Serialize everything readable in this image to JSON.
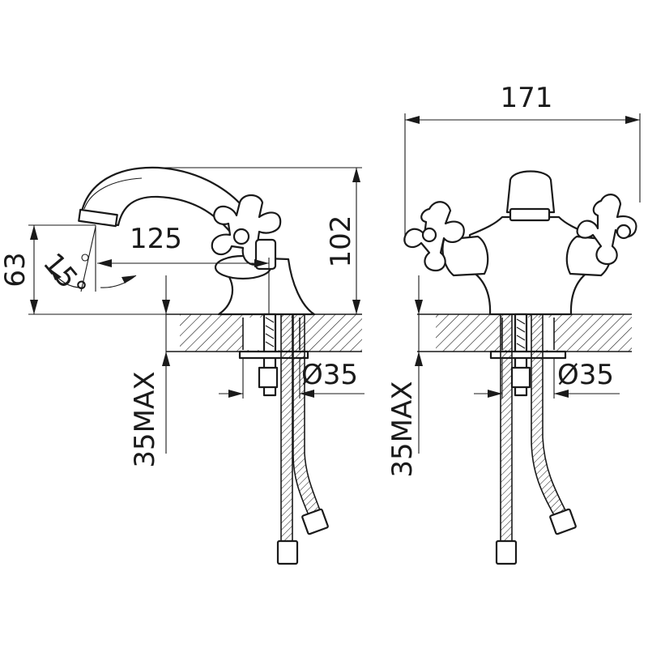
{
  "drawing": {
    "side_view": {
      "dim_length": "125",
      "dim_height": "102",
      "dim_spout": "63",
      "dim_swivel_angle": "15°",
      "dim_hole": "Ø35",
      "dim_thickness": "35MAX"
    },
    "front_view": {
      "dim_width": "171",
      "dim_hole": "Ø35",
      "dim_thickness": "35MAX"
    }
  }
}
